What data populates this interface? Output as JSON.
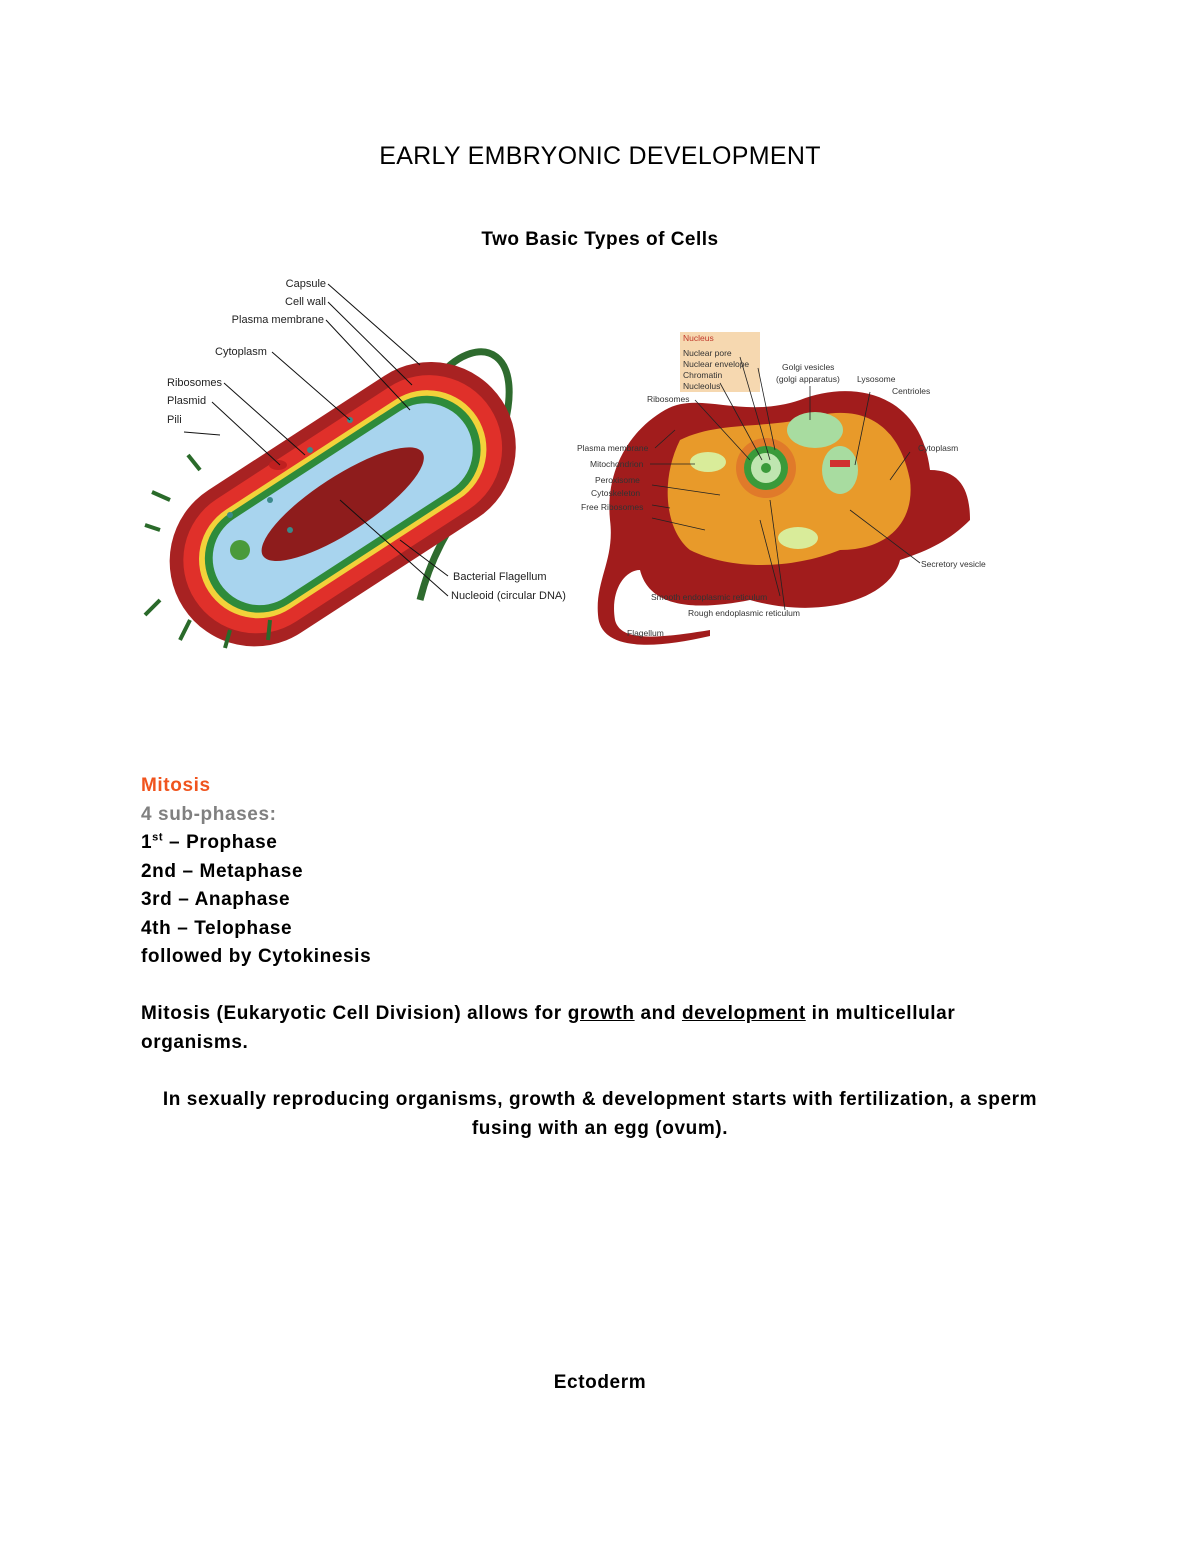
{
  "title": "EARLY EMBRYONIC DEVELOPMENT",
  "subtitle": "Two Basic Types of Cells",
  "prokaryote_labels": [
    "Capsule",
    "Cell wall",
    "Plasma membrane",
    "Cytoplasm",
    "Ribosomes",
    "Plasmid",
    "Pili",
    "Bacterial Flagellum",
    "Nucleoid (circular DNA)"
  ],
  "eukaryote_labels": {
    "nucleus_header": "Nucleus",
    "nucleus_items": [
      "Nuclear pore",
      "Nuclear envelope",
      "Chromatin",
      "Nucleolus"
    ],
    "others": [
      "Golgi vesicles",
      "(golgi apparatus)",
      "Lysosome",
      "Centrioles",
      "Ribosomes",
      "Plasma membrane",
      "Mitochondrion",
      "Peroxisome",
      "Cytoskeleton",
      "Free Ribosomes",
      "Cytoplasm",
      "Secretory vesicle",
      "Smooth endoplasmic reticulum",
      "Rough endoplasmic reticulum",
      "Flagellum"
    ]
  },
  "mitosis": {
    "heading": "Mitosis",
    "subheading": "4 sub-phases:",
    "phases": [
      {
        "num": "1",
        "sup": "st",
        "name": " – Prophase"
      },
      {
        "num": "2nd",
        "sup": "",
        "name": " – Metaphase"
      },
      {
        "num": "3rd",
        "sup": "",
        "name": " – Anaphase"
      },
      {
        "num": "4th",
        "sup": "",
        "name": " – Telophase"
      }
    ],
    "followed": "followed by Cytokinesis"
  },
  "paragraph1": {
    "pre": "Mitosis (Eukaryotic Cell Division) allows for ",
    "u1": "growth",
    "mid": " and ",
    "u2": "development",
    "post": " in multicellular organisms."
  },
  "paragraph2": "In sexually reproducing organisms, growth & development starts with fertilization, a sperm fusing with an egg (ovum).",
  "section_heading": "Ectoderm",
  "colors": {
    "mitosis_heading": "#f0541e",
    "subheading": "#808080"
  }
}
